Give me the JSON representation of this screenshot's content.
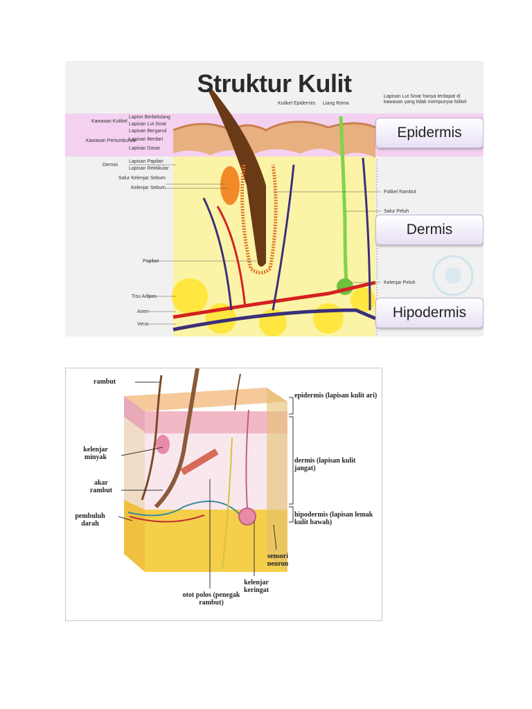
{
  "figure1": {
    "title": "Struktur Kulit",
    "top_labels": {
      "kutikel": "Kutikel Epidermis",
      "liang": "Liang Roma"
    },
    "note": "Lapisan Lut Sinar hanya terdapat di kawasan yang tidak mempunyai folikel",
    "left_labels": {
      "kawasan_kutikel": "Kawasan Kutikel",
      "kawasan_pertumbuhan": "Kawasan Pertumbuhan",
      "lapisan_berbelulang": "Lapisn Berbelulang",
      "lapisan_lut_sinar": "Lapisan Lut Sinar",
      "lapisan_berganul": "Lapisan Berganul",
      "lapisan_berdari": "Lapisan Berdari",
      "lapisan_dasar": "Lapisan Dasar",
      "dermis": "Dermis",
      "lapisan_papilari": "Lapisan Papilari",
      "lapisan_rektikular": "Lapisan Rektikular",
      "salur_kelenjar_sebum": "Salur Kelenjar Sebum",
      "kelenjar_sebum": "Kelenjar Sebum",
      "papilari": "Papilari",
      "tisu_adipos": "Tisu Adipos",
      "arteri": "Arteri",
      "vena": "Vena"
    },
    "right_labels": {
      "folikel": "Folikel Rambut",
      "salur_peluh": "Salur Peluh",
      "kelenjar_peluh": "Kelenjar Peluh"
    },
    "badges": {
      "epidermis": "Epidermis",
      "dermis": "Dermis",
      "hipodermis": "Hipodermis"
    }
  },
  "figure2": {
    "rambut": "rambut",
    "kelenjar_minyak": "kelenjar minyak",
    "akar_rambut": "akar rambut",
    "pembuluh_darah": "pembuluh darah",
    "epidermis": "epidermis (lapisan kulit ari)",
    "dermis": "dermis (lapisan kulit jangat)",
    "hipodermis": "hipodermis (lapisan lemak kulit bawah)",
    "sensori_neuron": "sensori neuron",
    "kelenjar_keringat": "kelenjar keringat",
    "otot_polos": "otot polos (penegak rambut)"
  }
}
